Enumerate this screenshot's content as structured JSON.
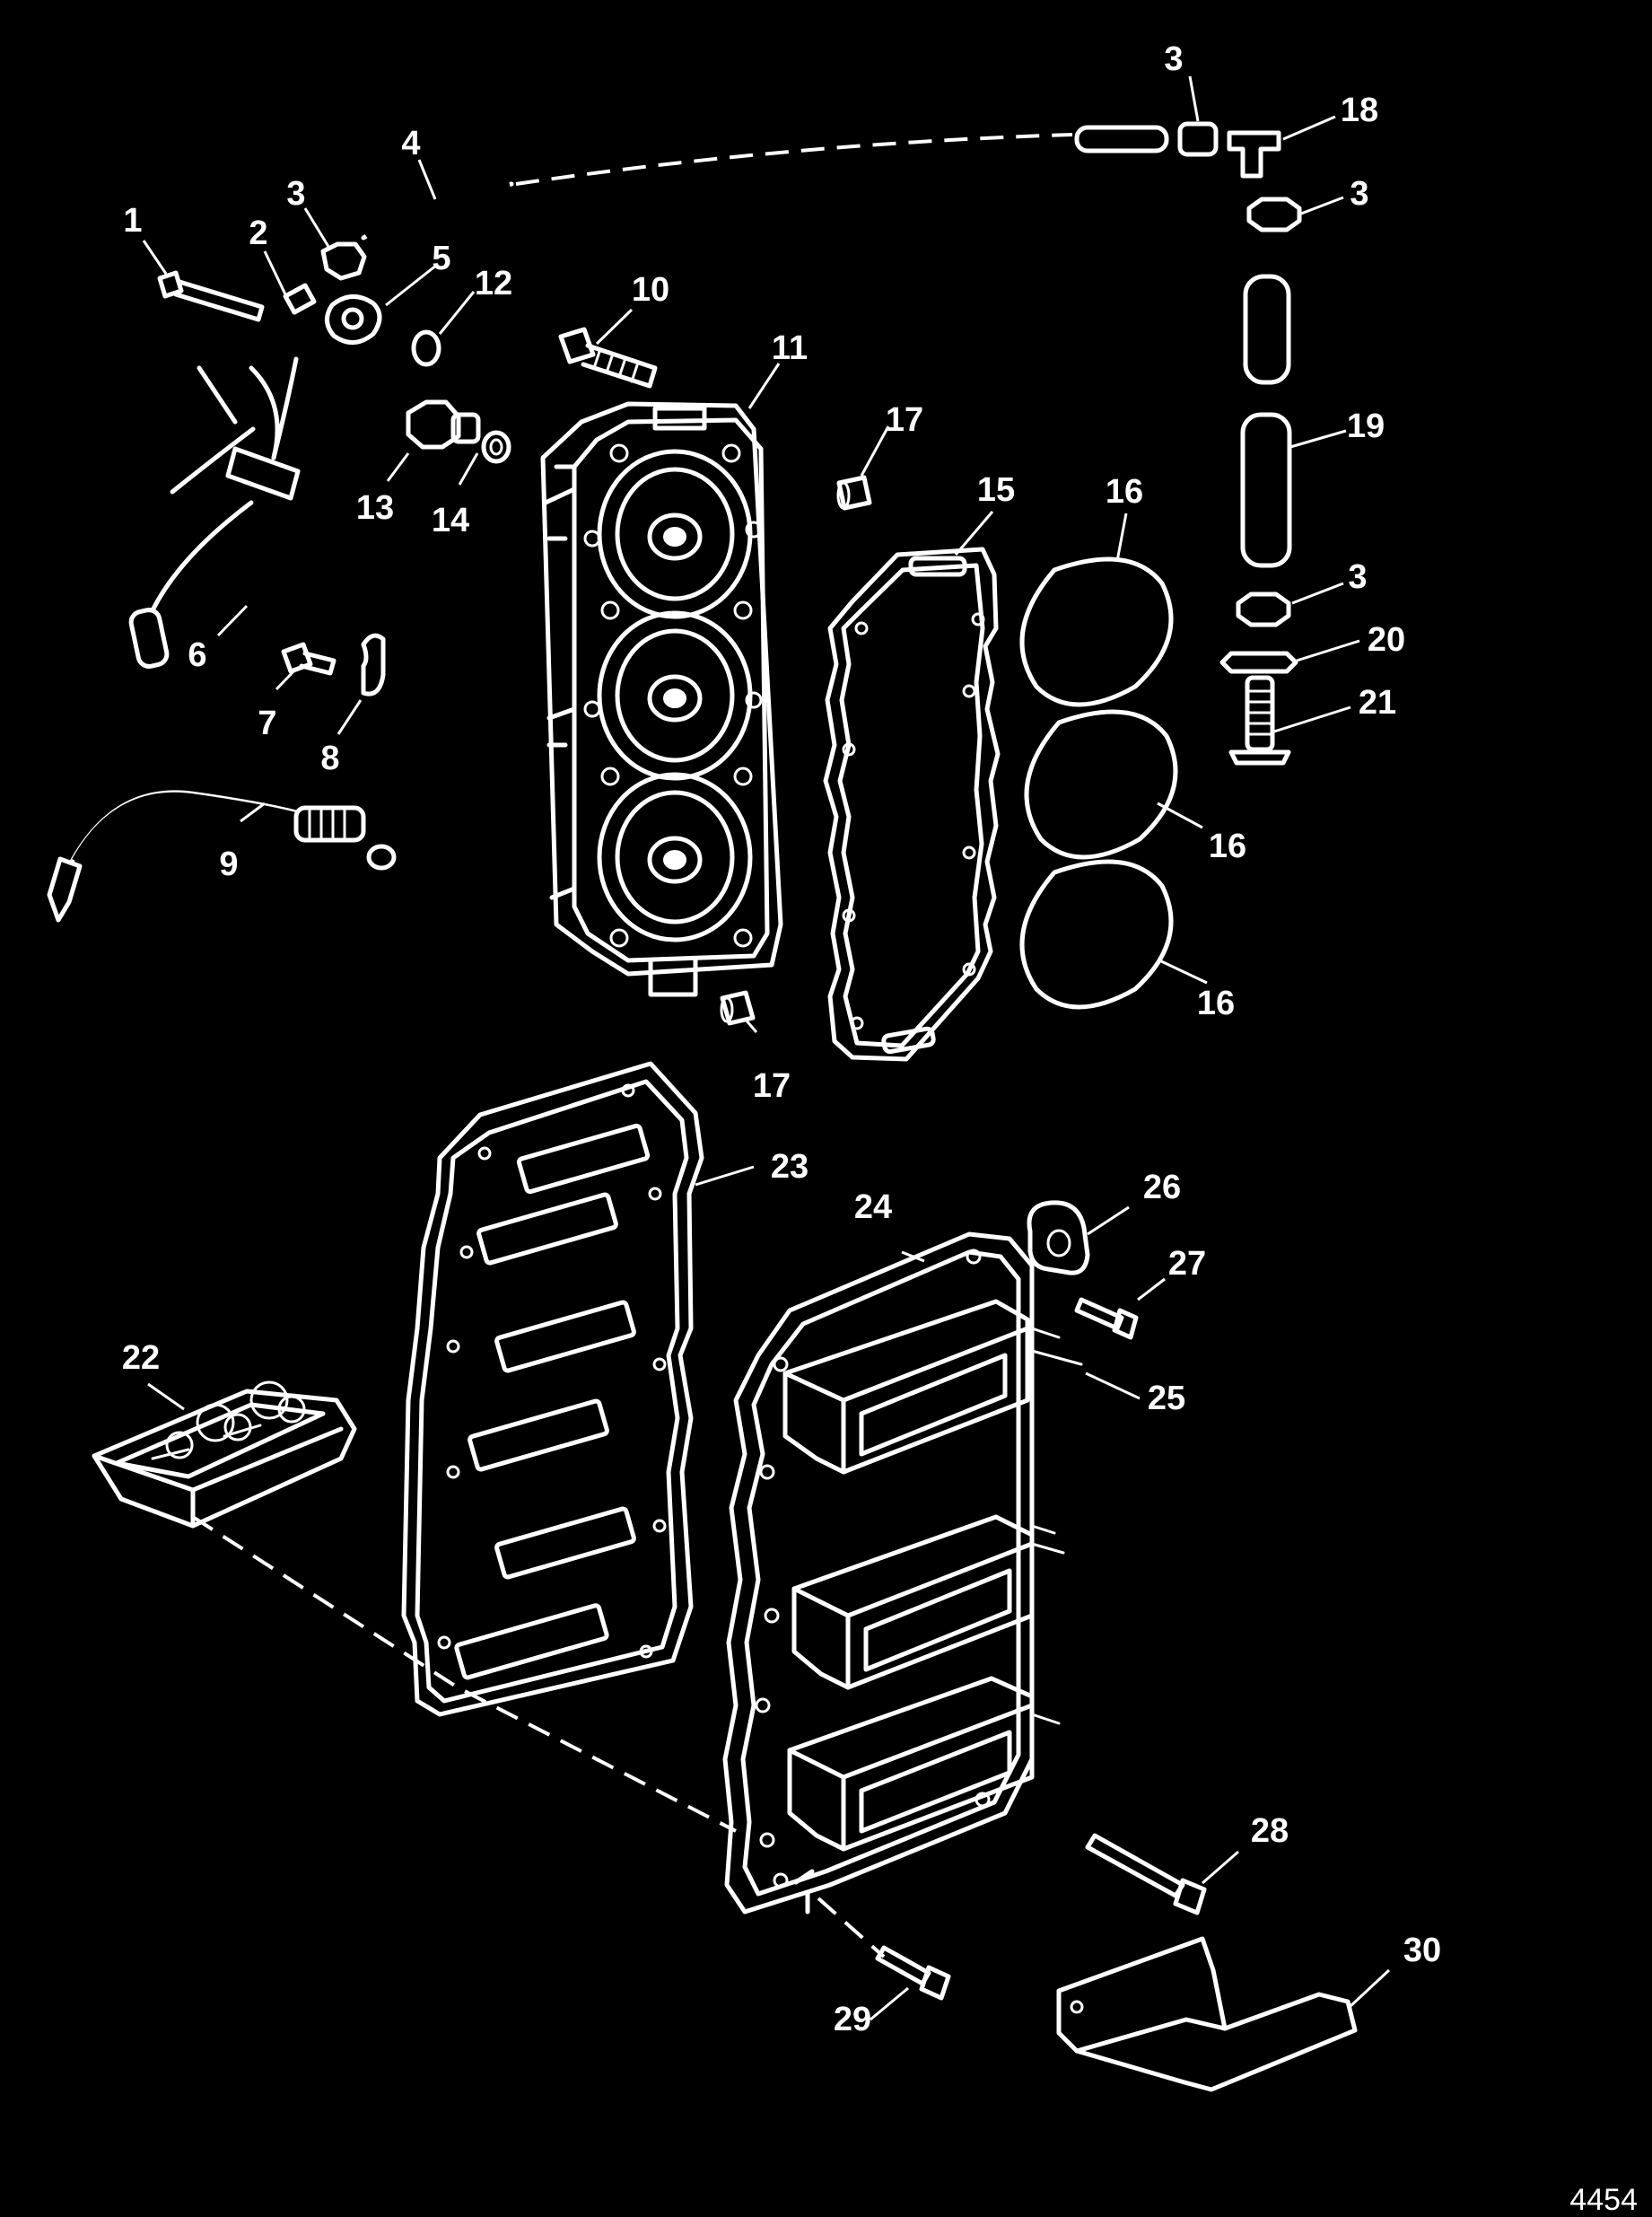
{
  "callouts": [
    {
      "id": "c1",
      "text": "1"
    },
    {
      "id": "c2",
      "text": "2"
    },
    {
      "id": "c3a",
      "text": "3"
    },
    {
      "id": "c3b",
      "text": "3"
    },
    {
      "id": "c3c",
      "text": "3"
    },
    {
      "id": "c3d",
      "text": "3"
    },
    {
      "id": "c4",
      "text": "4"
    },
    {
      "id": "c5",
      "text": "5"
    },
    {
      "id": "c6",
      "text": "6"
    },
    {
      "id": "c7",
      "text": "7"
    },
    {
      "id": "c8",
      "text": "8"
    },
    {
      "id": "c9",
      "text": "9"
    },
    {
      "id": "c10",
      "text": "10"
    },
    {
      "id": "c11",
      "text": "11"
    },
    {
      "id": "c12",
      "text": "12"
    },
    {
      "id": "c13",
      "text": "13"
    },
    {
      "id": "c14",
      "text": "14"
    },
    {
      "id": "c15",
      "text": "15"
    },
    {
      "id": "c16a",
      "text": "16"
    },
    {
      "id": "c16b",
      "text": "16"
    },
    {
      "id": "c16c",
      "text": "16"
    },
    {
      "id": "c17a",
      "text": "17"
    },
    {
      "id": "c17b",
      "text": "17"
    },
    {
      "id": "c18",
      "text": "18"
    },
    {
      "id": "c19",
      "text": "19"
    },
    {
      "id": "c20",
      "text": "20"
    },
    {
      "id": "c21",
      "text": "21"
    },
    {
      "id": "c22",
      "text": "22"
    },
    {
      "id": "c23",
      "text": "23"
    },
    {
      "id": "c24",
      "text": "24"
    },
    {
      "id": "c25",
      "text": "25"
    },
    {
      "id": "c26",
      "text": "26"
    },
    {
      "id": "c27",
      "text": "27"
    },
    {
      "id": "c28",
      "text": "28"
    },
    {
      "id": "c29",
      "text": "29"
    },
    {
      "id": "c30",
      "text": "30"
    }
  ],
  "drawing_number": "4454",
  "colors": {
    "background": "#000000",
    "line": "#ffffff"
  }
}
